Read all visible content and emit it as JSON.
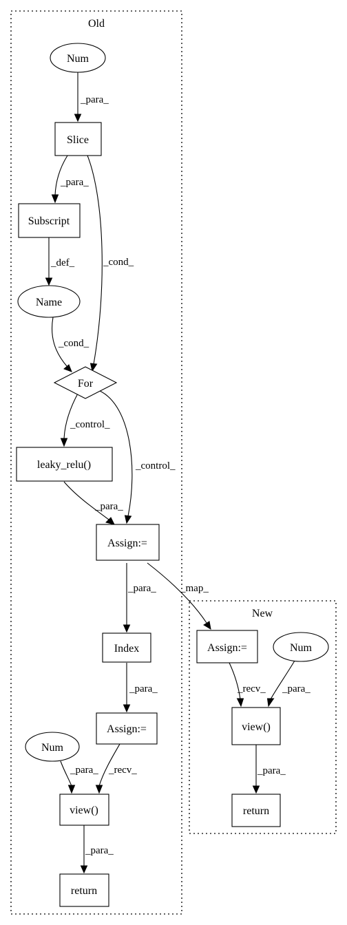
{
  "clusters": {
    "old": "Old",
    "new": "New"
  },
  "nodes": {
    "old_num_top": "Num",
    "slice": "Slice",
    "subscript": "Subscript",
    "name": "Name",
    "for": "For",
    "leaky_relu": "leaky_relu()",
    "old_assign_main": "Assign:=",
    "index": "Index",
    "old_assign_second": "Assign:=",
    "old_num_bottom": "Num",
    "old_view": "view()",
    "old_return": "return",
    "new_assign": "Assign:=",
    "new_num": "Num",
    "new_view": "view()",
    "new_return": "return"
  },
  "edges": {
    "num_slice": "_para_",
    "slice_subscript": "_para_",
    "slice_for": "_cond_",
    "subscript_name": "_def_",
    "name_for": "_cond_",
    "for_leaky": "_control_",
    "for_assign": "_control_",
    "leaky_assign": "_para_",
    "assign_index": "_para_",
    "assign_map": "_map_",
    "index_assign2": "_para_",
    "num_view": "_para_",
    "assign2_view": "_recv_",
    "view_return": "_para_",
    "new_assign_view": "_recv_",
    "new_num_view": "_para_",
    "new_view_return": "_para_"
  }
}
